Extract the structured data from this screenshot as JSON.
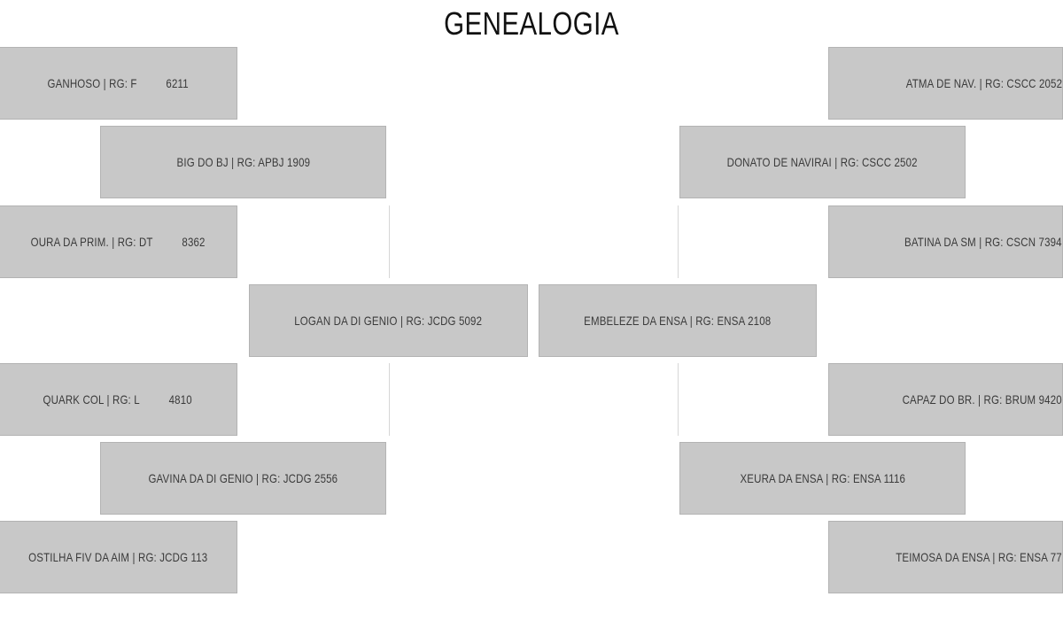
{
  "title": "GENEALOGIA",
  "sire_side": {
    "sire": "LOGAN DA DI GENIO | RG: JCDG 5092",
    "grandsire": "BIG DO BJ | RG: APBJ 1909",
    "granddam": "GAVINA DA DI GENIO | RG: JCDG 2556",
    "great_grandparents": [
      {
        "name": "GANHOSO | RG: F",
        "number": "6211"
      },
      {
        "name": "OURA DA PRIM. | RG: DT",
        "number": "8362"
      },
      {
        "name": "QUARK COL | RG: L",
        "number": "4810"
      },
      {
        "name": "OSTILHA FIV DA AIM | RG: JCDG 113",
        "number": ""
      }
    ]
  },
  "dam_side": {
    "dam": "EMBELEZE DA ENSA | RG: ENSA 2108",
    "grandsire": "DONATO DE NAVIRAI | RG: CSCC 2502",
    "granddam": "XEURA DA ENSA | RG: ENSA 1116",
    "great_grandparents": [
      {
        "name": "ATMA DE NAV. | RG: CSCC 2052",
        "number": ""
      },
      {
        "name": "BATINA DA SM | RG: CSCN 7394",
        "number": ""
      },
      {
        "name": "CAPAZ DO BR. | RG: BRUM 9420",
        "number": ""
      },
      {
        "name": "TEIMOSA DA ENSA | RG: ENSA 77",
        "number": ""
      }
    ]
  }
}
